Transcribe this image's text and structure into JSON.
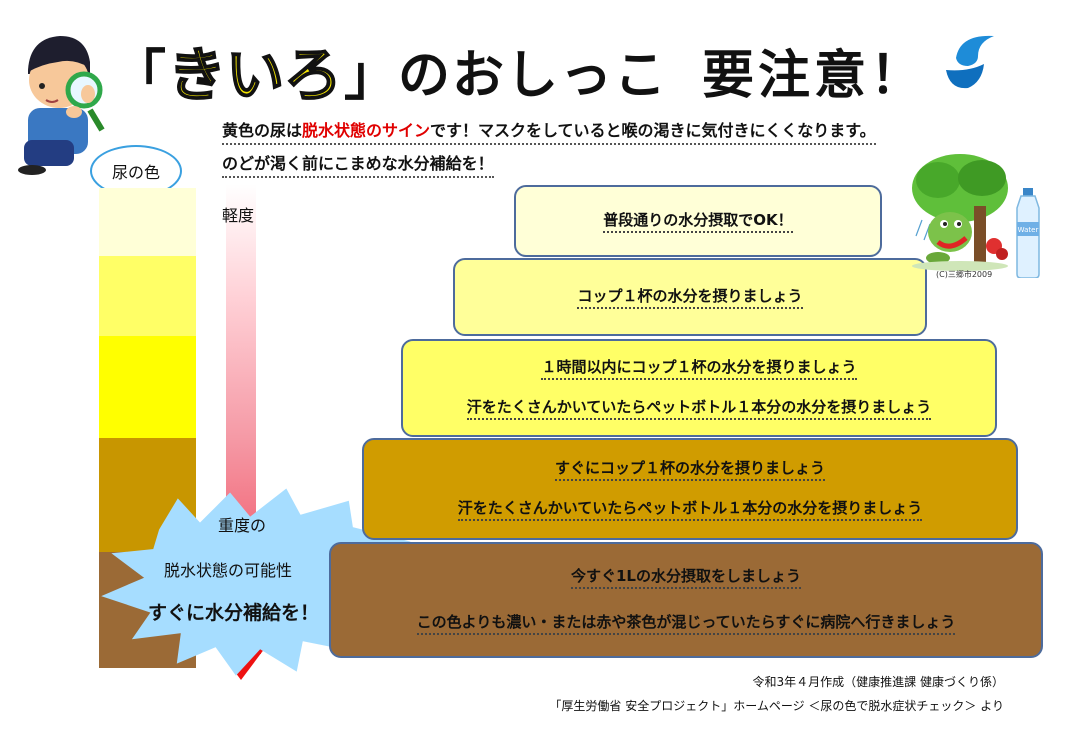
{
  "title": {
    "open_bracket": "「",
    "kiiro": "きいろ",
    "close_bracket": "」",
    "rest": "のおしっこ",
    "warning": "要注意！"
  },
  "intro": {
    "line1_pre": "黄色の尿は",
    "line1_red": "脱水状態のサイン",
    "line1_post": "です！マスクをしていると喉の渇きに気付きにくくなります。",
    "line2": "のどが渇く前にこまめな水分補給を！"
  },
  "urine_color_label": "尿の色",
  "scale": {
    "light": "軽度",
    "heavy": "重度の"
  },
  "burst": {
    "line1": "脱水状態の可能性",
    "line2": "すぐに水分補給を！"
  },
  "colors": {
    "level1": "#ffffd7",
    "level2": "#ffff99",
    "level3": "#ffff00",
    "level4": "#c89600",
    "level5": "#9b6a36"
  },
  "levels": [
    {
      "lines": [
        "普段通りの水分摂取でOK！"
      ]
    },
    {
      "lines": [
        "コップ１杯の水分を摂りましょう"
      ]
    },
    {
      "lines": [
        "１時間以内にコップ１杯の水分を摂りましょう",
        "汗をたくさんかいていたらペットボトル１本分の水分を摂りましょう"
      ]
    },
    {
      "lines": [
        "すぐにコップ１杯の水分を摂りましょう",
        "汗をたくさんかいていたらペットボトル１本分の水分を摂りましょう"
      ]
    },
    {
      "lines": [
        "今すぐ1Lの水分摂取をしましょう",
        "この色よりも濃い・または赤や茶色が混じっていたらすぐに病院へ行きましょう"
      ]
    }
  ],
  "illustration_credit": "(C)三郷市2009",
  "bottle_label": "Water",
  "icons": [
    "boy-magnifier-icon",
    "water-drop-icon",
    "mascot-tree-icon",
    "water-bottle-icon",
    "down-arrow-icon"
  ],
  "footer": {
    "line1": "令和3年４月作成（健康推進課 健康づくり係）",
    "line2": "「厚生労働省 安全プロジェクト」ホームページ ＜尿の色で脱水症状チェック＞ より"
  }
}
